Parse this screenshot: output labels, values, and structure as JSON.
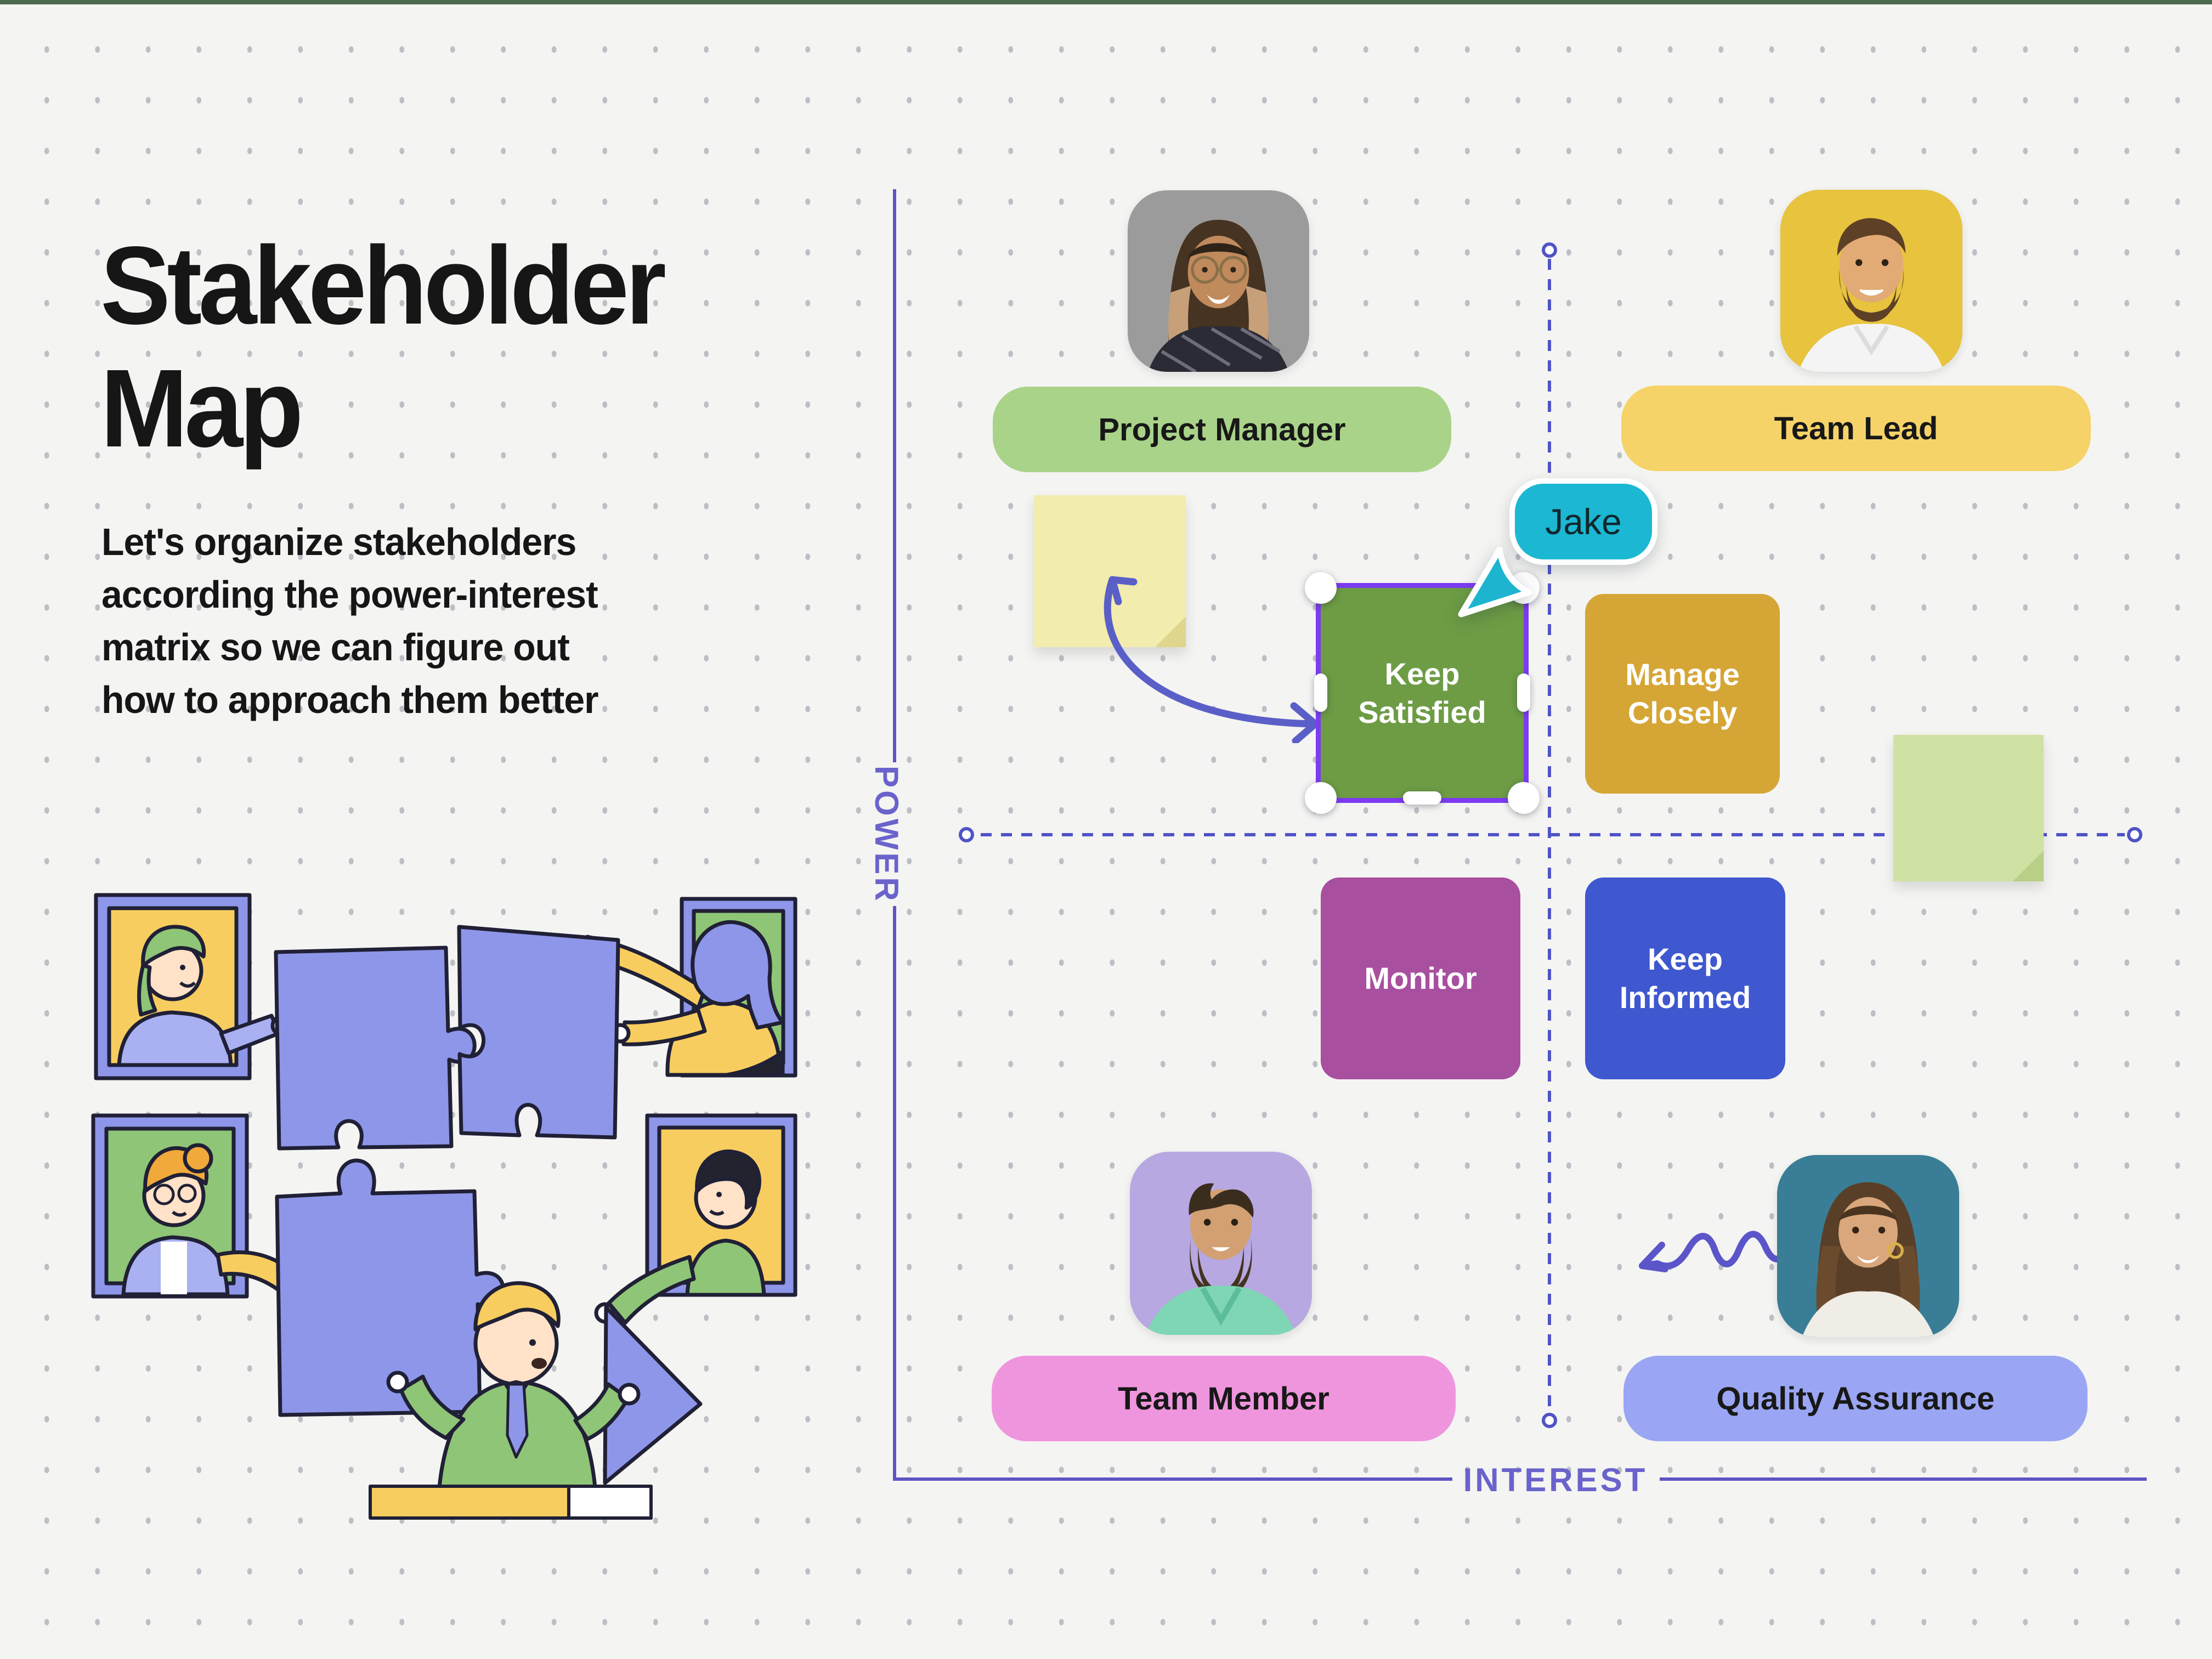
{
  "board_title": {
    "line1": "Stakeholder",
    "line2": "Map"
  },
  "intro": {
    "lines": [
      "Let's organize stakeholders",
      "according the power-interest",
      "matrix so we can figure out",
      "how to approach them better"
    ]
  },
  "matrix": {
    "power_label": "POWER",
    "interest_label": "INTEREST",
    "quadrants": [
      {
        "id": "keep-satisfied",
        "label": "Keep Satisfied",
        "selected": true
      },
      {
        "id": "manage-closely",
        "label": "Manage Closely",
        "selected": false
      },
      {
        "id": "monitor",
        "label": "Monitor",
        "selected": false
      },
      {
        "id": "keep-informed",
        "label": "Keep Informed",
        "selected": false
      }
    ]
  },
  "stakeholders": [
    {
      "role": "Project Manager"
    },
    {
      "role": "Team Lead"
    },
    {
      "role": "Team Member"
    },
    {
      "role": "Quality Assurance"
    }
  ],
  "collaborator": {
    "name": "Jake"
  },
  "colors": {
    "bg": "#f4f4f2",
    "topbar": "#4d6a51",
    "ink": "#161616",
    "axis": "#5c55c2",
    "axis-label": "#6a63cb",
    "dashed": "#5053c6",
    "selection": "#7d3bf2",
    "keep-satisfied": "#6d9c45",
    "manage-closely": "#d5a636",
    "monitor": "#a84f9f",
    "keep-informed": "#3f58cf",
    "pill-pm": "#a9d389",
    "pill-tl": "#f6d368",
    "pill-tm": "#ef95dd",
    "pill-qa": "#9aa6f3",
    "photo-pm-bg": "#9b9b9b",
    "photo-tl-bg": "#e7c33e",
    "photo-tm-bg": "#b7a8e1",
    "photo-qa-bg": "#3a7d96",
    "jake": "#1cb7d2",
    "sticky-yellow": "#f2ecae",
    "sticky-yellow-fold": "#ddd68c",
    "sticky-green": "#cfe2a3",
    "sticky-green-fold": "#b9cf86",
    "arrow": "#5a5fc8"
  }
}
